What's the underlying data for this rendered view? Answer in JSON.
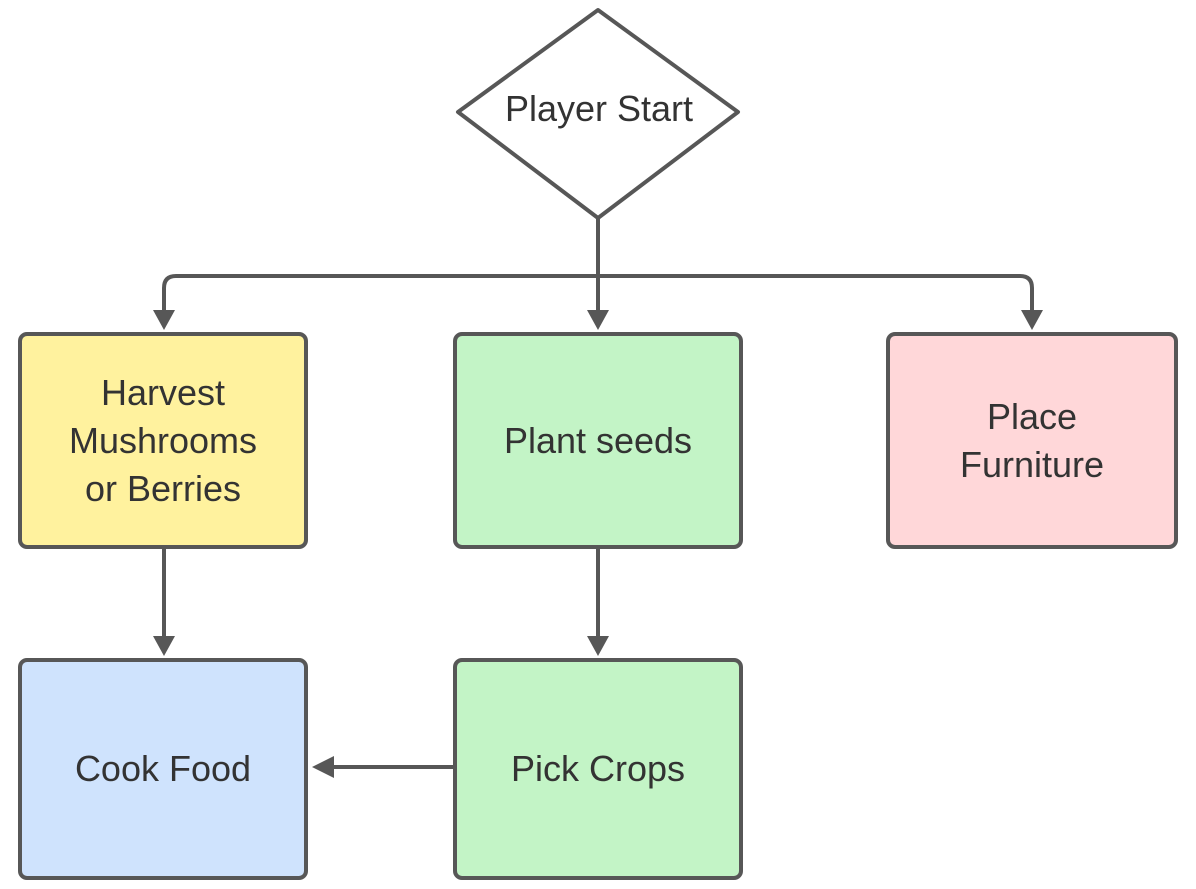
{
  "diagram": {
    "start": {
      "label": "Player Start",
      "shape": "diamond"
    },
    "nodes": {
      "harvest": {
        "label": "Harvest\nMushrooms\nor Berries",
        "color": "#fff29e"
      },
      "plant": {
        "label": "Plant seeds",
        "color": "#c3f4c6"
      },
      "place": {
        "label": "Place\nFurniture",
        "color": "#ffd7d9"
      },
      "cook": {
        "label": "Cook Food",
        "color": "#cfe3fd"
      },
      "pick": {
        "label": "Pick Crops",
        "color": "#c3f4c6"
      }
    },
    "edges": [
      {
        "from": "start",
        "to": "harvest"
      },
      {
        "from": "start",
        "to": "plant"
      },
      {
        "from": "start",
        "to": "place"
      },
      {
        "from": "harvest",
        "to": "cook"
      },
      {
        "from": "plant",
        "to": "pick"
      },
      {
        "from": "pick",
        "to": "cook"
      }
    ],
    "colors": {
      "stroke": "#575757",
      "text": "#333333"
    }
  }
}
